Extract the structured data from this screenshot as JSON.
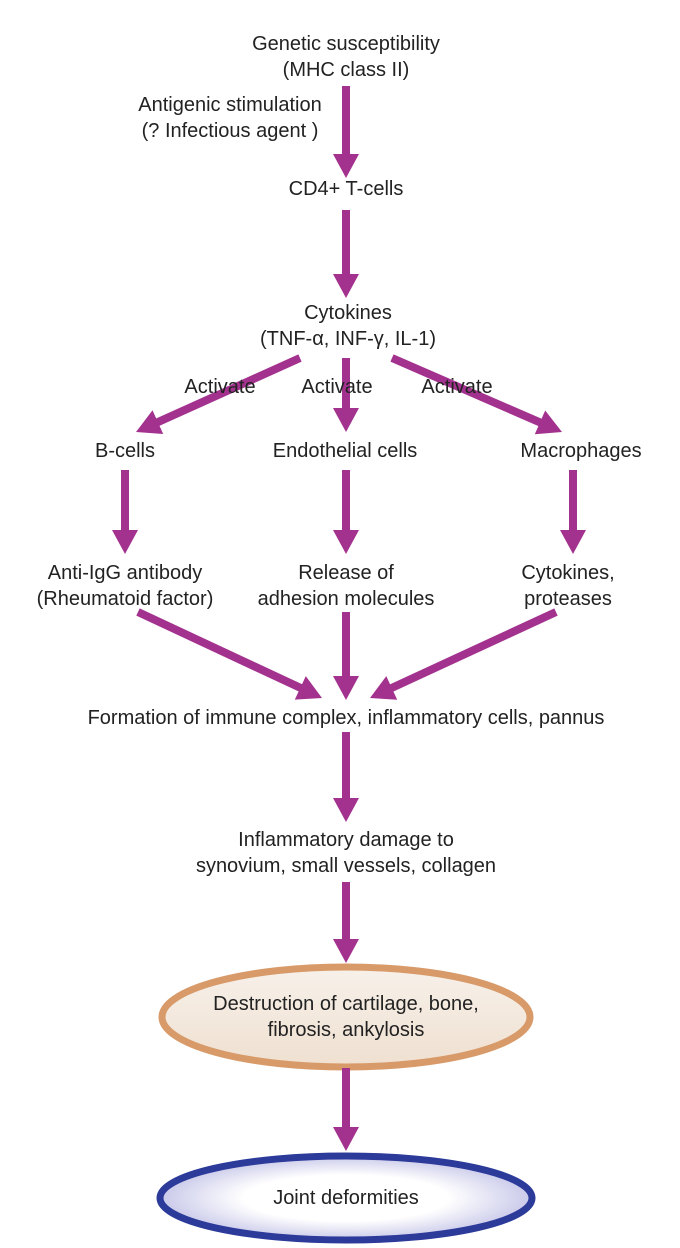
{
  "accent_color": "#a3328f",
  "nodes": {
    "genetic": {
      "line1": "Genetic susceptibility",
      "line2": "(MHC class II)"
    },
    "antigenic": {
      "line1": "Antigenic stimulation",
      "line2": "(? Infectious agent )"
    },
    "cd4": {
      "line1": "CD4+ T-cells"
    },
    "cytokines": {
      "line1": "Cytokines",
      "line2": "(TNF-α, INF-γ, IL-1)"
    },
    "bcells": {
      "line1": "B-cells"
    },
    "endothelial": {
      "line1": "Endothelial cells"
    },
    "macrophages": {
      "line1": "Macrophages"
    },
    "antiigg": {
      "line1": "Anti-IgG antibody",
      "line2": "(Rheumatoid factor)"
    },
    "release": {
      "line1": "Release of",
      "line2": "adhesion molecules"
    },
    "cytokines2": {
      "line1": "Cytokines,",
      "line2": "proteases"
    },
    "formation": {
      "line1": "Formation of immune complex, inflammatory cells, pannus"
    },
    "damage": {
      "line1": "Inflammatory damage to",
      "line2": "synovium, small vessels, collagen"
    },
    "destruction": {
      "line1": "Destruction of cartilage, bone,",
      "line2": "fibrosis, ankylosis"
    },
    "deformities": {
      "line1": "Joint deformities"
    }
  },
  "edge_labels": {
    "activate_left": "Activate",
    "activate_mid": "Activate",
    "activate_right": "Activate"
  }
}
